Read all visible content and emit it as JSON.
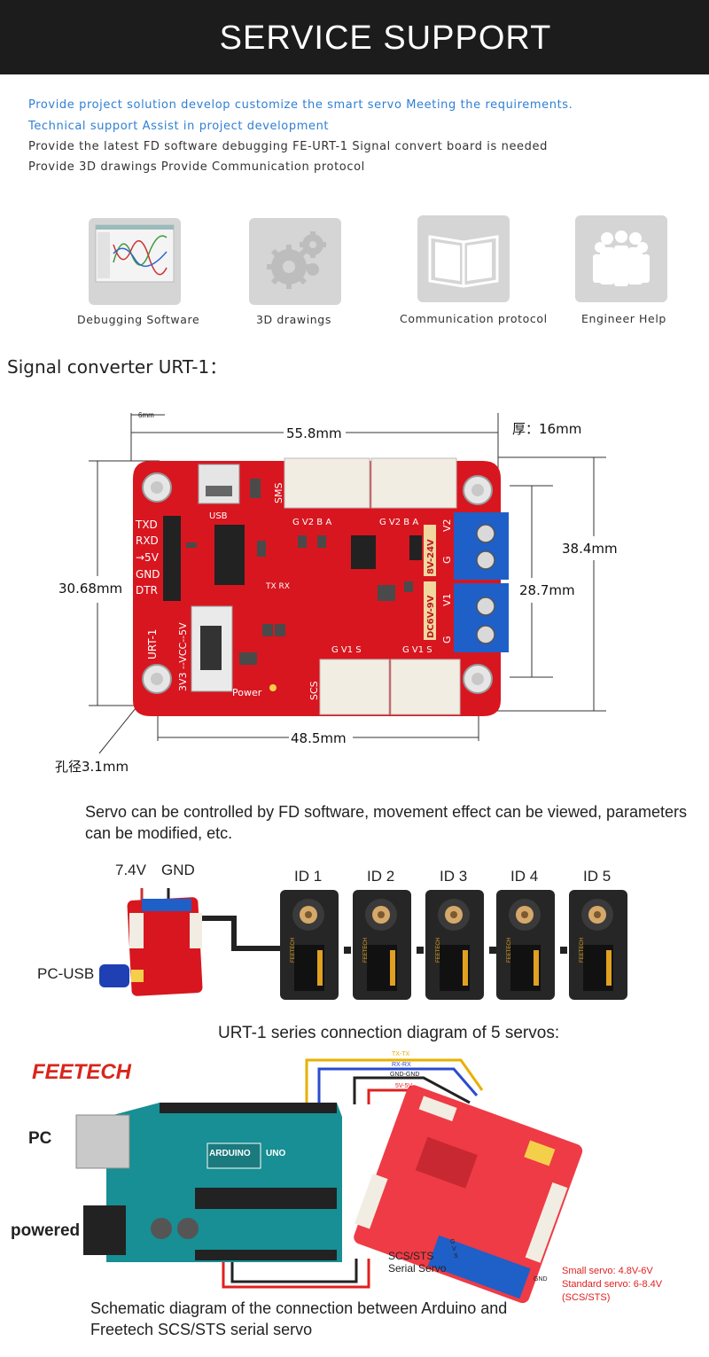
{
  "banner": {
    "title": "SERVICE SUPPORT"
  },
  "service": {
    "lines": [
      "Provide project solution develop customize the smart servo Meeting the requirements.",
      "Technical support Assist in project development",
      "Provide the latest FD software debugging FE-URT-1 Signal convert board is needed",
      "Provide 3D drawings Provide Communication protocol"
    ],
    "colors": {
      "accent": "#2f7fd4",
      "text": "#333333"
    }
  },
  "tiles": [
    {
      "label": "Debugging Software",
      "icon": "waveform-software-icon"
    },
    {
      "label": "3D drawings",
      "icon": "gears-icon"
    },
    {
      "label": "Communication protocol",
      "icon": "open-book-icon"
    },
    {
      "label": "Engineer Help",
      "icon": "team-people-icon"
    }
  ],
  "converter": {
    "title": "Signal converter URT-1：",
    "dims": {
      "offset": "6mm",
      "width": "55.8mm",
      "thickness": "厚：16mm",
      "height_outer": "38.4mm",
      "height_left": "30.68mm",
      "height_terminal": "28.7mm",
      "hole_spacing": "48.5mm",
      "hole_diameter": "孔径3.1mm"
    },
    "board": {
      "pins": [
        "TXD",
        "RXD",
        "→5V",
        "GND",
        "DTR"
      ],
      "labels": {
        "usb": "USB",
        "sms": "SMS",
        "scs": "SCS",
        "power": "Power",
        "name": "URT-1",
        "voltage_select": "3V3 --VCC--5V",
        "v_high": "8V-24V",
        "v_low": "DC6V-9V",
        "conn_top": "G V2 B A",
        "conn_bottom": "G V1 S",
        "term_v2": "V2",
        "term_v1": "V1",
        "term_g": "G",
        "txrx": "TX RX"
      },
      "colors": {
        "pcb": "#d8161f",
        "terminal": "#1f5fc8",
        "connector": "#f2ede2"
      }
    }
  },
  "fd": {
    "caption": "Servo can be controlled by FD software, movement effect can be viewed, parameters can be modified, etc.",
    "labels": {
      "v74": "7.4V",
      "gnd": "GND",
      "pcusb": "PC-USB"
    },
    "servo_ids": [
      "ID 1",
      "ID 2",
      "ID 3",
      "ID 4",
      "ID 5"
    ],
    "servo_brand": "FEETECH"
  },
  "series": {
    "caption": "URT-1 series connection diagram of 5 servos:"
  },
  "arduino": {
    "brand": "FEETECH",
    "pc": "PC",
    "powered": "powered",
    "wires": [
      "TX-TX",
      "RX-RX",
      "GND-GND",
      "5V-5V"
    ],
    "board_text": "ARDUINO",
    "board_model": "UNO",
    "scs_label_1": "SCS/STS",
    "scs_label_2": "Serial Servo",
    "pin_labels": [
      "G",
      "V",
      "S"
    ],
    "gnd_tag": "GND",
    "notes": [
      "Small servo: 4.8V-6V",
      "Standard servo: 6-8.4V",
      "(SCS/STS)"
    ],
    "caption_1": "Schematic diagram of the connection between Arduino and",
    "caption_2": "Freetech SCS/STS serial servo",
    "colors": {
      "note_red": "#e02020",
      "brand_red": "#d8261c"
    }
  }
}
